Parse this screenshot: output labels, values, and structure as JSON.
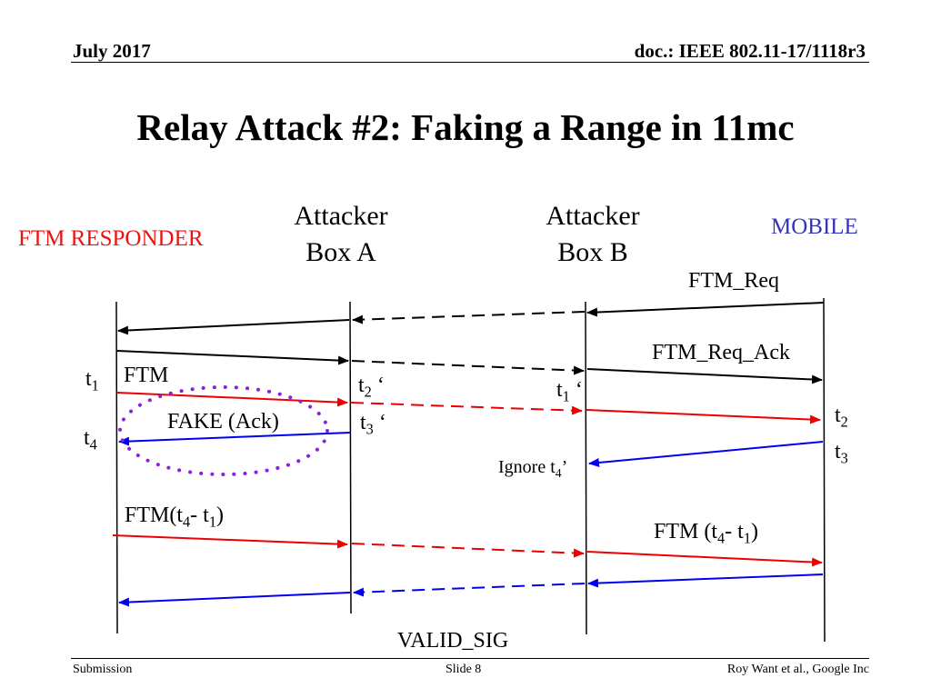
{
  "header": {
    "date": "July 2017",
    "doc_id": "doc.: IEEE 802.11-17/1118r3"
  },
  "title": "Relay Attack #2:  Faking a Range in 11mc",
  "columns": {
    "responder": "FTM RESPONDER",
    "box_a_line1": "Attacker",
    "box_a_line2": "Box A",
    "box_b_line1": "Attacker",
    "box_b_line2": "Box B",
    "mobile": "MOBILE"
  },
  "colors": {
    "responder": "#ee1111",
    "mobile": "#3333bb",
    "red_arrow": "#ee0000",
    "blue_arrow": "#0000ee",
    "ellipse": "#8822dd"
  },
  "labels": {
    "ftm_req": "FTM_Req",
    "ftm_req_ack": "FTM_Req_Ack",
    "ftm": "FTM",
    "fake_ack": "FAKE (Ack)",
    "t": "t",
    "ftm_result_left": {
      "prefix": "FTM(t",
      "mid": "- t",
      "suffix": ")"
    },
    "ftm_result_right": {
      "prefix": "FTM (t",
      "mid": "- t",
      "suffix": ")"
    },
    "ignore": "Ignore t",
    "valid_sig": "VALID_SIG",
    "sub1": "1",
    "sub2": "2",
    "sub3": "3",
    "sub4": "4",
    "prime": "‘",
    "prime_close": "’"
  },
  "footer": {
    "left": "Submission",
    "center": "Slide 8",
    "right": "Roy Want et al., Google Inc"
  }
}
